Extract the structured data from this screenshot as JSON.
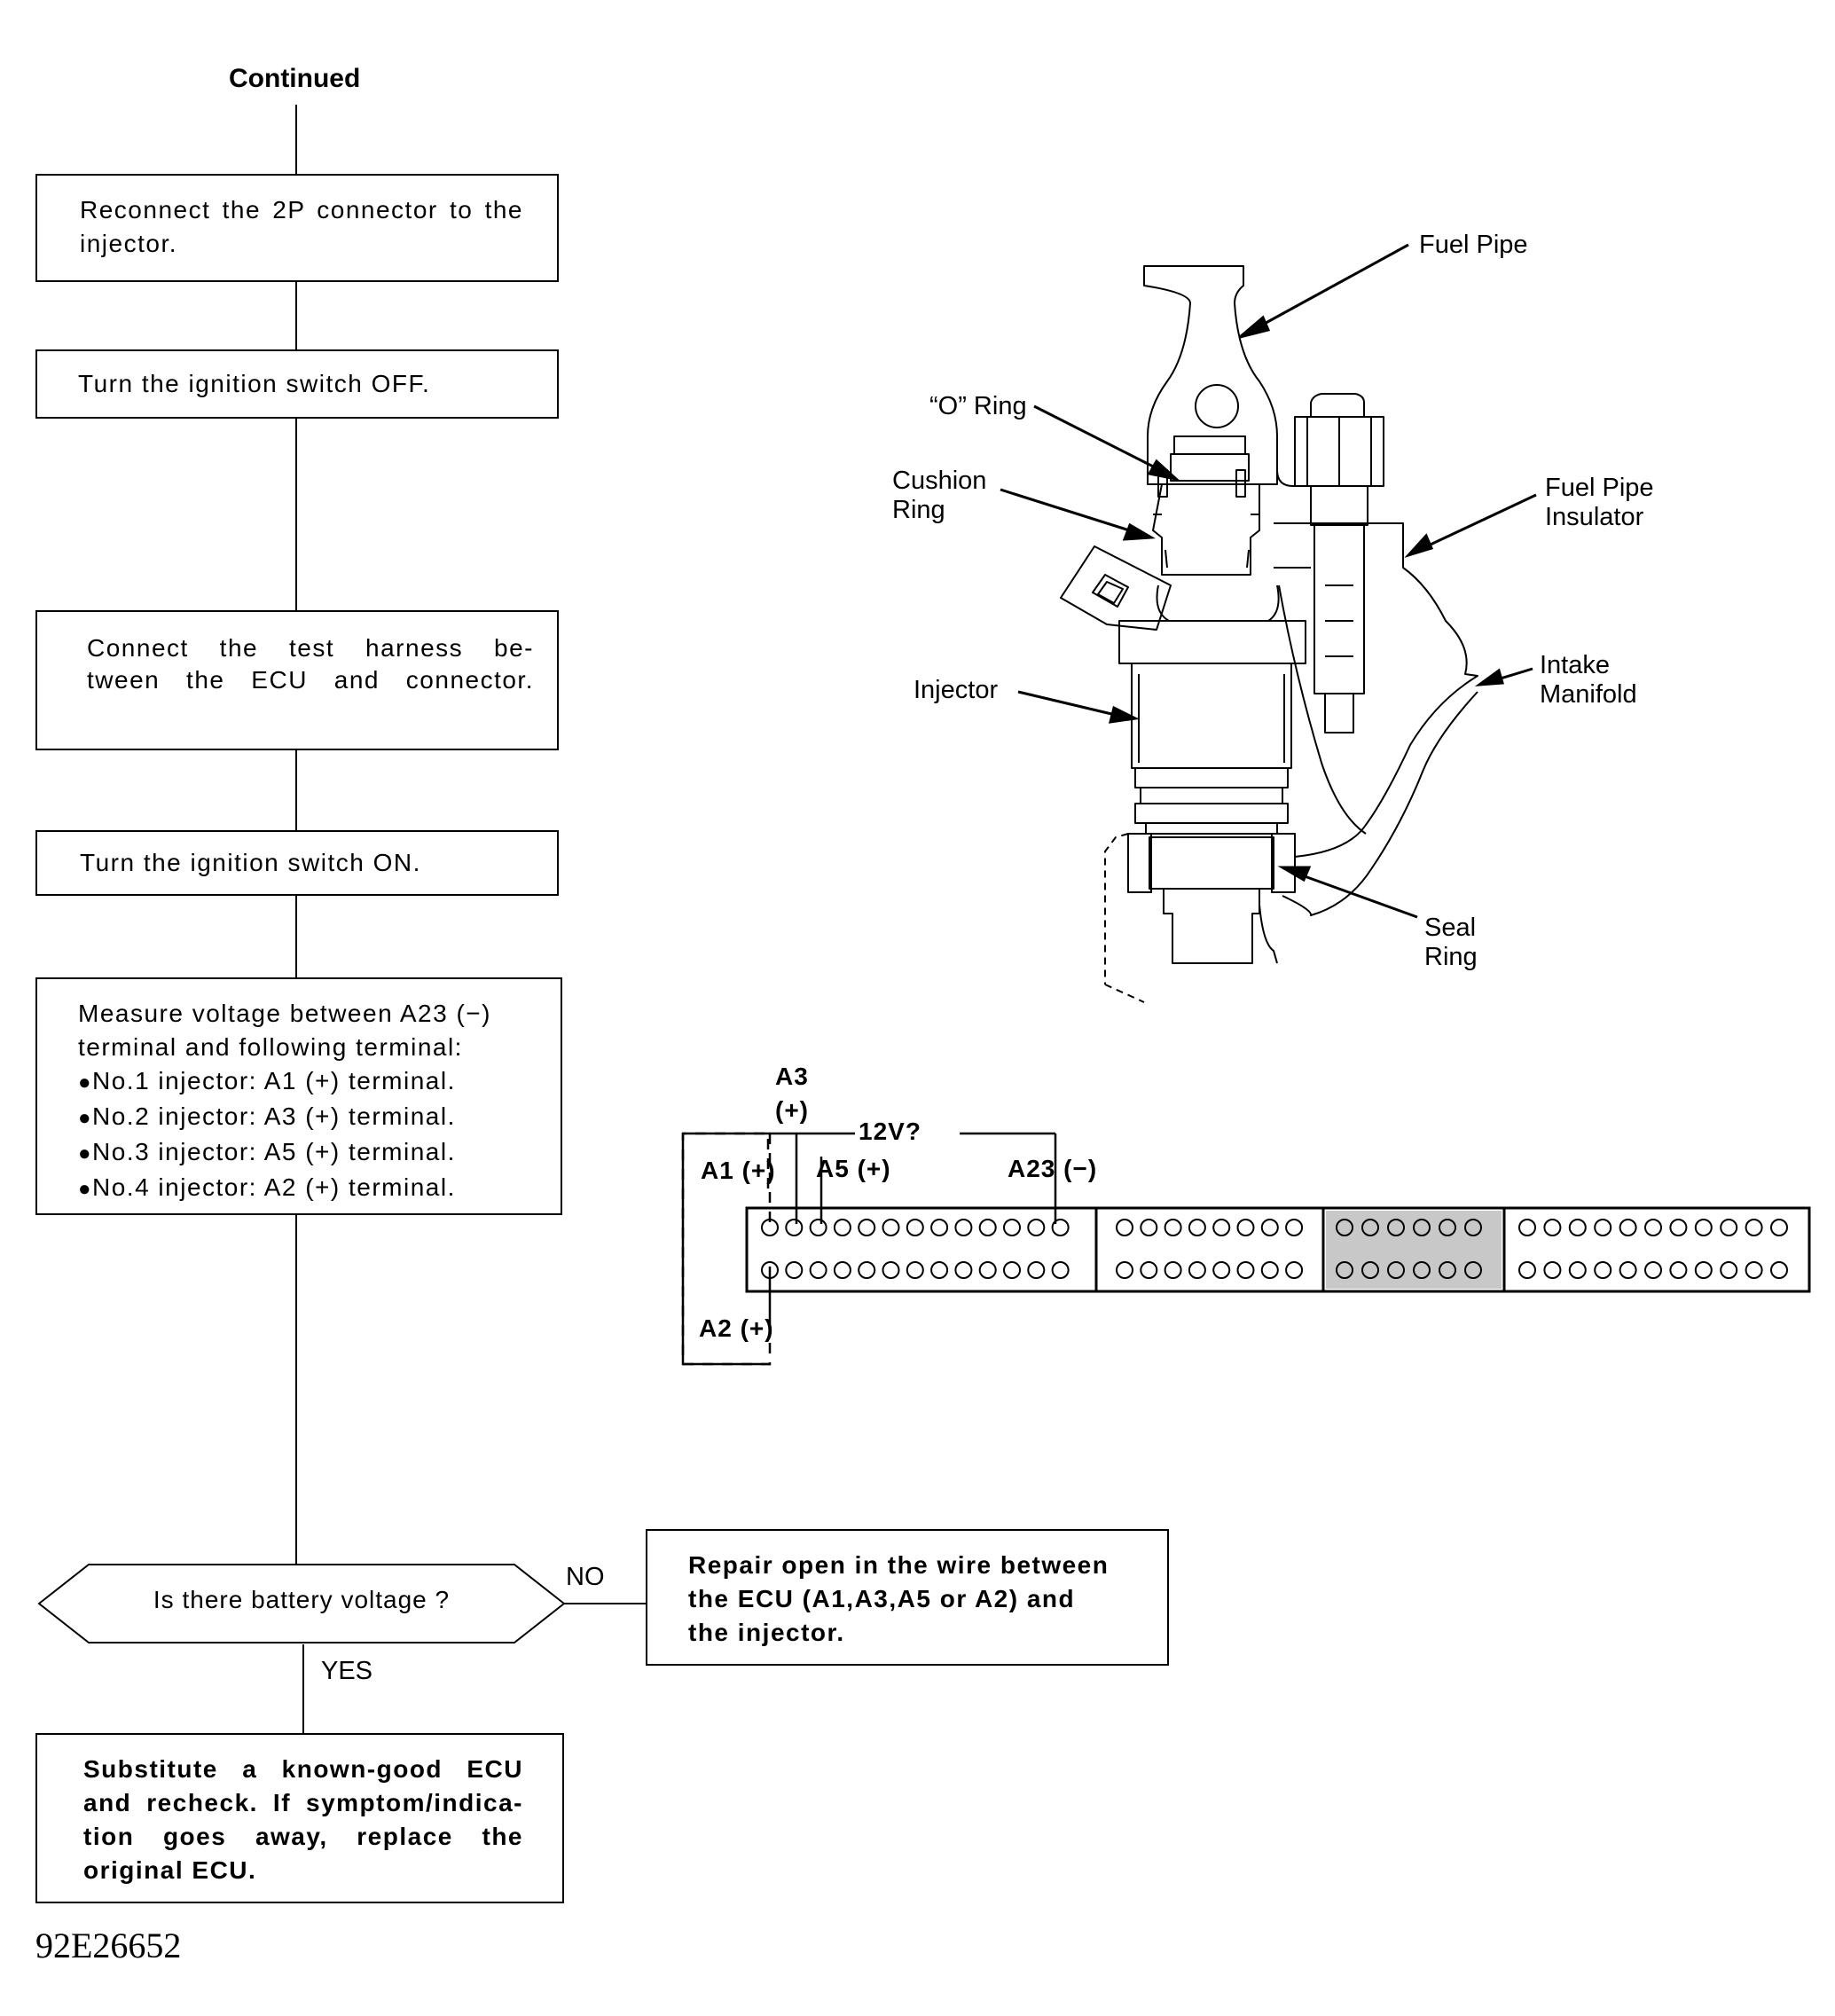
{
  "flowchart": {
    "continued": "Continued",
    "step1": "Reconnect the 2P connector to the injector.",
    "step2": "Turn the ignition switch OFF.",
    "step3": "Connect the test harness between the ECU and connector.",
    "step3_line1": "Connect the test harness be-",
    "step3_line2": "tween the ECU and connector.",
    "step4": "Turn the ignition switch ON.",
    "step5_intro_1": "Measure voltage between A23 (−)",
    "step5_intro_2": "terminal and following terminal:",
    "step5_items": [
      "No.1 injector: A1 (+) terminal.",
      "No.2 injector: A3 (+) terminal.",
      "No.3 injector: A5 (+) terminal.",
      "No.4 injector: A2 (+) terminal."
    ],
    "decision": "Is there battery voltage ?",
    "no_label": "NO",
    "yes_label": "YES",
    "no_action": "Repair open in the wire between the ECU (A1,A3,A5 or A2) and the injector.",
    "no_action_lines": [
      "Repair open in the wire between",
      "the ECU (A1,A3,A5 or A2) and",
      "the injector."
    ],
    "yes_action": "Substitute a known-good ECU and recheck. If symptom/indication goes away, replace the original ECU.",
    "yes_action_lines": [
      "Substitute a known-good ECU",
      "and recheck. If symptom/indica-",
      "tion goes away, replace the",
      "original ECU."
    ]
  },
  "injector_diagram": {
    "fuel_pipe": "Fuel Pipe",
    "o_ring": "“O” Ring",
    "cushion_ring": [
      "Cushion",
      "Ring"
    ],
    "fuel_pipe_insulator": [
      "Fuel Pipe",
      "Insulator"
    ],
    "intake_manifold": [
      "Intake",
      "Manifold"
    ],
    "injector": "Injector",
    "seal_ring": [
      "Seal",
      "Ring"
    ]
  },
  "connector_diagram": {
    "a3": "A3",
    "a3_sign": "(+)",
    "voltage": "12V?",
    "a1": "A1 (+)",
    "a5": "A5 (+)",
    "a23": "A23 (−)",
    "a2": "A2 (+)"
  },
  "figure_id": "92E26652"
}
